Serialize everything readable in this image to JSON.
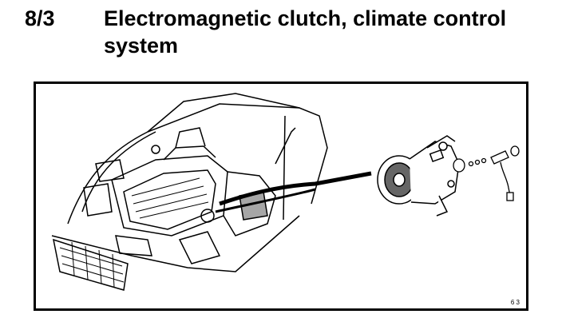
{
  "header": {
    "section_number": "8/3",
    "title": "Electromagnetic clutch, climate control system"
  },
  "figure": {
    "code": "6 3",
    "icons": [
      "engine-bay-illustration-icon",
      "ac-compressor-icon",
      "clutch-assembly-icon"
    ]
  }
}
